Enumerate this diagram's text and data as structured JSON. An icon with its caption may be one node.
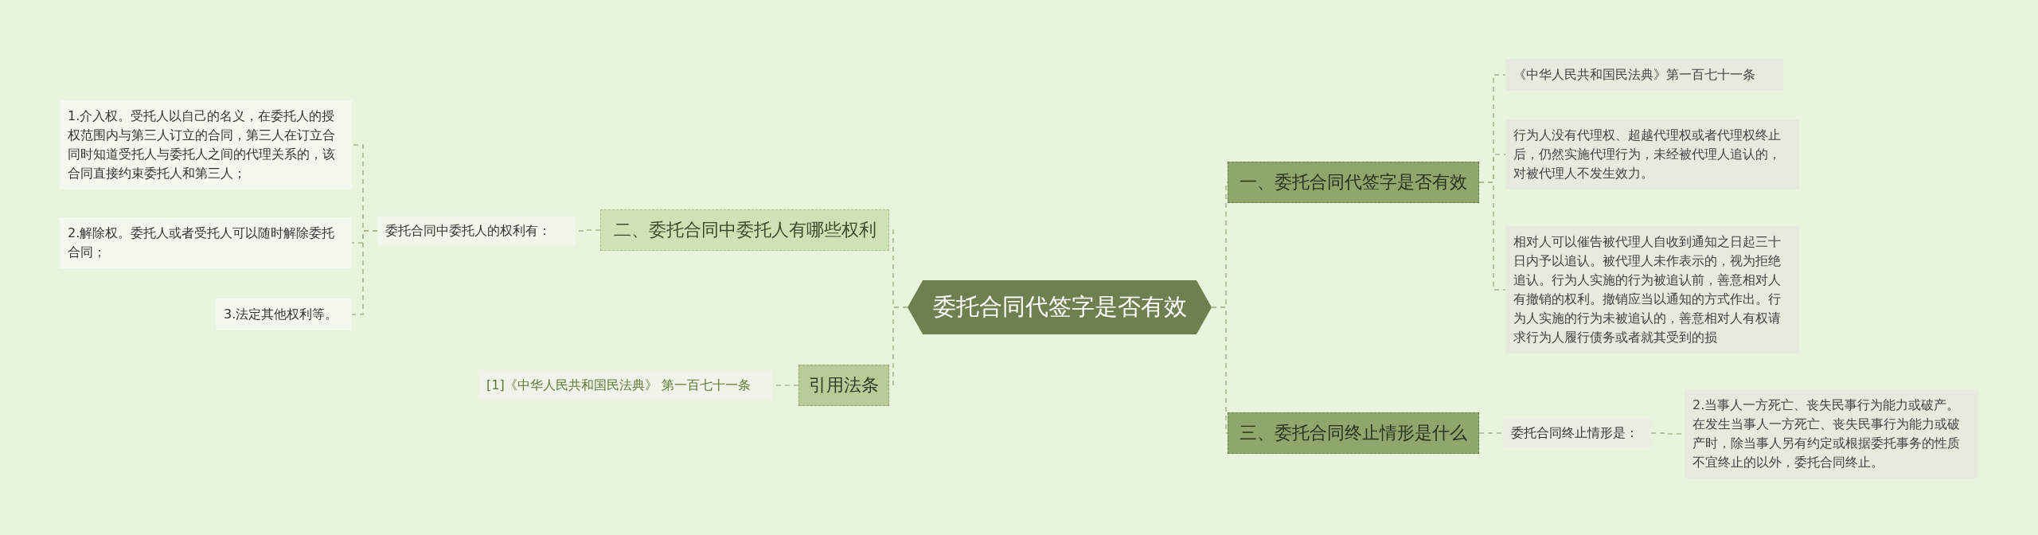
{
  "diagram": {
    "nodes": [
      {
        "text": [
          "委托合同代签字是否有效"
        ]
      },
      {
        "text": [
          "二、委托合同中委托人有哪些权利"
        ]
      },
      {
        "text": [
          "委托合同中委托人的权利有："
        ]
      },
      {
        "text": [
          "1.介入权。受托人以自己的名义，在委托人的授权范围内与第三人订立的合同，第三人在订立合同时知道受托人与委托人之间的代理关系的，该合同直接约束委托人和第三人；"
        ]
      },
      {
        "text": [
          "2.解除权。委托人或者受托人可以随时解除委托合同；"
        ]
      },
      {
        "text": [
          "3.法定其他权利等。"
        ]
      },
      {
        "text": [
          "引用法条"
        ]
      },
      {
        "text": [
          "[1]《中华人民共和国民法典》 第一百七十一条"
        ]
      },
      {
        "text": [
          "一、委托合同代签字是否有效"
        ]
      },
      {
        "text": [
          "《中华人民共和国民法典》第一百七十一条"
        ]
      },
      {
        "text": [
          "行为人没有代理权、超越代理权或者代理权终止后，仍然实施代理行为，未经被代理人追认的，对被代理人不发生效力。"
        ]
      },
      {
        "text": [
          "相对人可以催告被代理人自收到通知之日起三十日内予以追认。被代理人未作表示的，视为拒绝追认。行为人实施的行为被追认前，善意相对人有撤销的权利。撤销应当以通知的方式作出。行为人实施的行为未被追认的，善意相对人有权请求行为人履行债务或者就其受到的损"
        ]
      },
      {
        "text": [
          "三、委托合同终止情形是什么"
        ]
      },
      {
        "text": [
          "委托合同终止情形是："
        ]
      },
      {
        "text": [
          "2.当事人一方死亡、丧失民事行为能力或破产。在发生当事人一方死亡、丧失民事行为能力或破产时，除当事人另有约定或根据委托事务的性质不宜终止的以外，委托合同终止。"
        ]
      }
    ],
    "edges": [
      {
        "from": 0,
        "to": 1,
        "arrow": "none",
        "style": "dashed"
      },
      {
        "from": 1,
        "to": 2,
        "arrow": "none",
        "style": "dashed"
      },
      {
        "from": 2,
        "to": 3,
        "arrow": "none",
        "style": "dashed"
      },
      {
        "from": 2,
        "to": 4,
        "arrow": "none",
        "style": "dashed"
      },
      {
        "from": 2,
        "to": 5,
        "arrow": "none",
        "style": "dashed"
      },
      {
        "from": 0,
        "to": 6,
        "arrow": "none",
        "style": "dashed"
      },
      {
        "from": 6,
        "to": 7,
        "arrow": "none",
        "style": "dashed"
      },
      {
        "from": 0,
        "to": 8,
        "arrow": "none",
        "style": "dashed"
      },
      {
        "from": 8,
        "to": 9,
        "arrow": "none",
        "style": "dashed"
      },
      {
        "from": 8,
        "to": 10,
        "arrow": "none",
        "style": "dashed"
      },
      {
        "from": 8,
        "to": 11,
        "arrow": "none",
        "style": "dashed"
      },
      {
        "from": 0,
        "to": 12,
        "arrow": "none",
        "style": "dashed"
      },
      {
        "from": 12,
        "to": 13,
        "arrow": "none",
        "style": "dashed"
      },
      {
        "from": 13,
        "to": 14,
        "arrow": "none",
        "style": "dashed"
      }
    ]
  }
}
